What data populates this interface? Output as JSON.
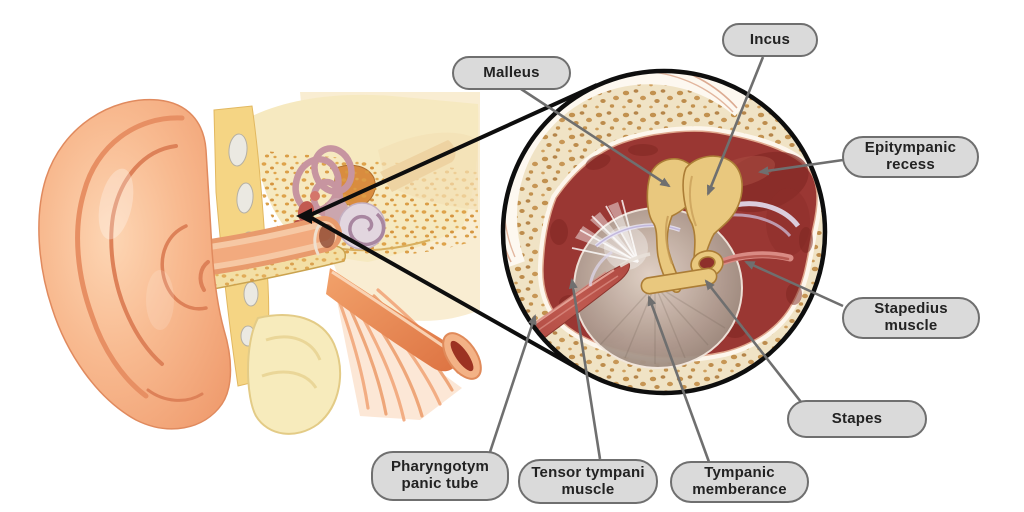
{
  "figure": {
    "type": "anatomy-diagram",
    "subject": "Ear cross-section with magnified circular view of the middle ear",
    "labels": [
      {
        "id": "malleus",
        "text": "Malleus"
      },
      {
        "id": "incus",
        "text": "Incus"
      },
      {
        "id": "epitympanic-recess",
        "text": "Epitympanic\nrecess"
      },
      {
        "id": "stapedius-muscle",
        "text": "Stapedius\nmuscle"
      },
      {
        "id": "stapes",
        "text": "Stapes"
      },
      {
        "id": "tympanic-membrane",
        "text": "Tympanic\nmemberance"
      },
      {
        "id": "tensor-tympani",
        "text": "Tensor tympani\nmuscle"
      },
      {
        "id": "pharyngotympanic-tube",
        "text": "Pharyngotym\npanic tube"
      }
    ],
    "colors": {
      "background": "#ffffff",
      "label_fill": "#dadada",
      "label_border": "#6f6f6f",
      "label_text": "#222222",
      "callout_line": "#6f6f6f",
      "magnifier_outline": "#0e0e0e",
      "cavity_red": "#9a3733",
      "bone_cream": "#f0e3c5",
      "bone_speckle": "#c2914f",
      "ossicle_tan": "#e9c87e",
      "membrane_gray": "#b4a296",
      "muscle_red": "#b04a42",
      "skin_peach": "#f5ab80"
    }
  }
}
